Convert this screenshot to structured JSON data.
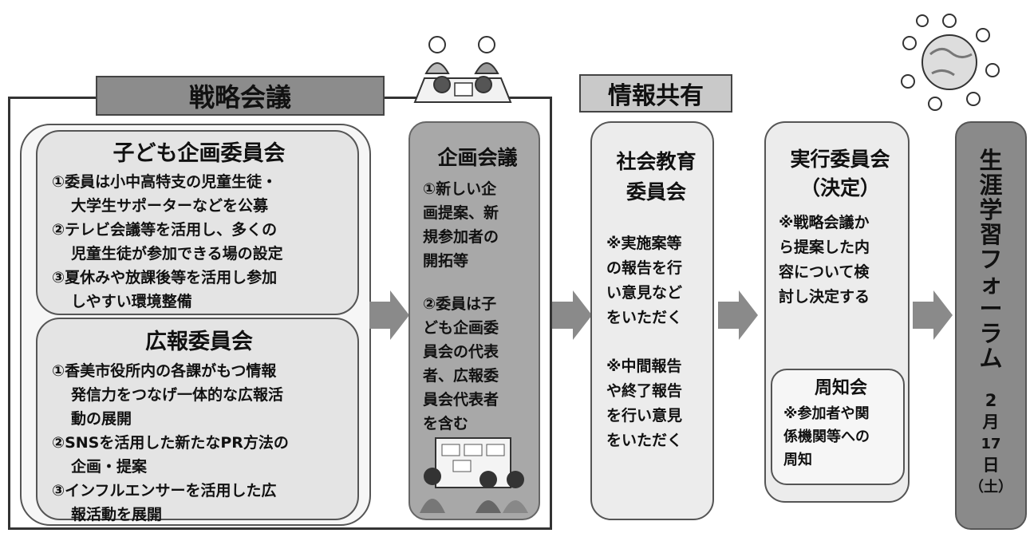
{
  "colors": {
    "frame": "#333333",
    "header_dark": "#8c8c8c",
    "header_light": "#c9c9c9",
    "box_light": "#e4e4e4",
    "box_mid": "#a8a8a8",
    "box_dark": "#8a8a8a",
    "arrow": "#8a8a8a"
  },
  "strategy": {
    "header": "戦略会議",
    "kids": {
      "title": "子ども企画委員会",
      "items": [
        [
          "①委員は小中高特支の児童生徒・",
          "大学生サポーターなどを公募"
        ],
        [
          "②テレビ会議等を活用し、多くの",
          "児童生徒が参加できる場の設定"
        ],
        [
          "③夏休みや放課後等を活用し参加",
          "しやすい環境整備"
        ]
      ]
    },
    "pr": {
      "title": "広報委員会",
      "items": [
        [
          "①香美市役所内の各課がもつ情報",
          "発信力をつなげ一体的な広報活",
          "動の展開"
        ],
        [
          "②SNSを活用した新たなPR方法の",
          "企画・提案"
        ],
        [
          "③インフルエンサーを活用した広",
          "報活動を展開"
        ]
      ]
    },
    "planning": {
      "title": "企画会議",
      "lines1": [
        "①新しい企",
        "画提案、新",
        "規参加者の",
        "開拓等"
      ],
      "lines2": [
        "②委員は子",
        "ども企画委",
        "員会の代表",
        "者、広報委",
        "員会代表者",
        "を含む"
      ]
    }
  },
  "sharing": {
    "header": "情報共有",
    "title": [
      "社会教育",
      "委員会"
    ],
    "lines1": [
      "※実施案等",
      "の報告を行",
      "い意見など",
      "をいただく"
    ],
    "lines2": [
      "※中間報告",
      "や終了報告",
      "を行い意見",
      "をいただく"
    ]
  },
  "exec": {
    "title": [
      "実行委員会",
      "（決定）"
    ],
    "lines": [
      "※戦略会議か",
      "ら提案した内",
      "容について検",
      "討し決定する"
    ],
    "notice": {
      "title": "周知会",
      "lines": [
        "※参加者や関",
        "係機関等への",
        "周知"
      ]
    }
  },
  "forum": {
    "title_chars": [
      "生",
      "涯",
      "学",
      "習",
      "フ",
      "ォ",
      "ー",
      "ラ",
      "ム"
    ],
    "date_chars": [
      "2",
      "月",
      "17",
      "日",
      "（土）"
    ]
  }
}
